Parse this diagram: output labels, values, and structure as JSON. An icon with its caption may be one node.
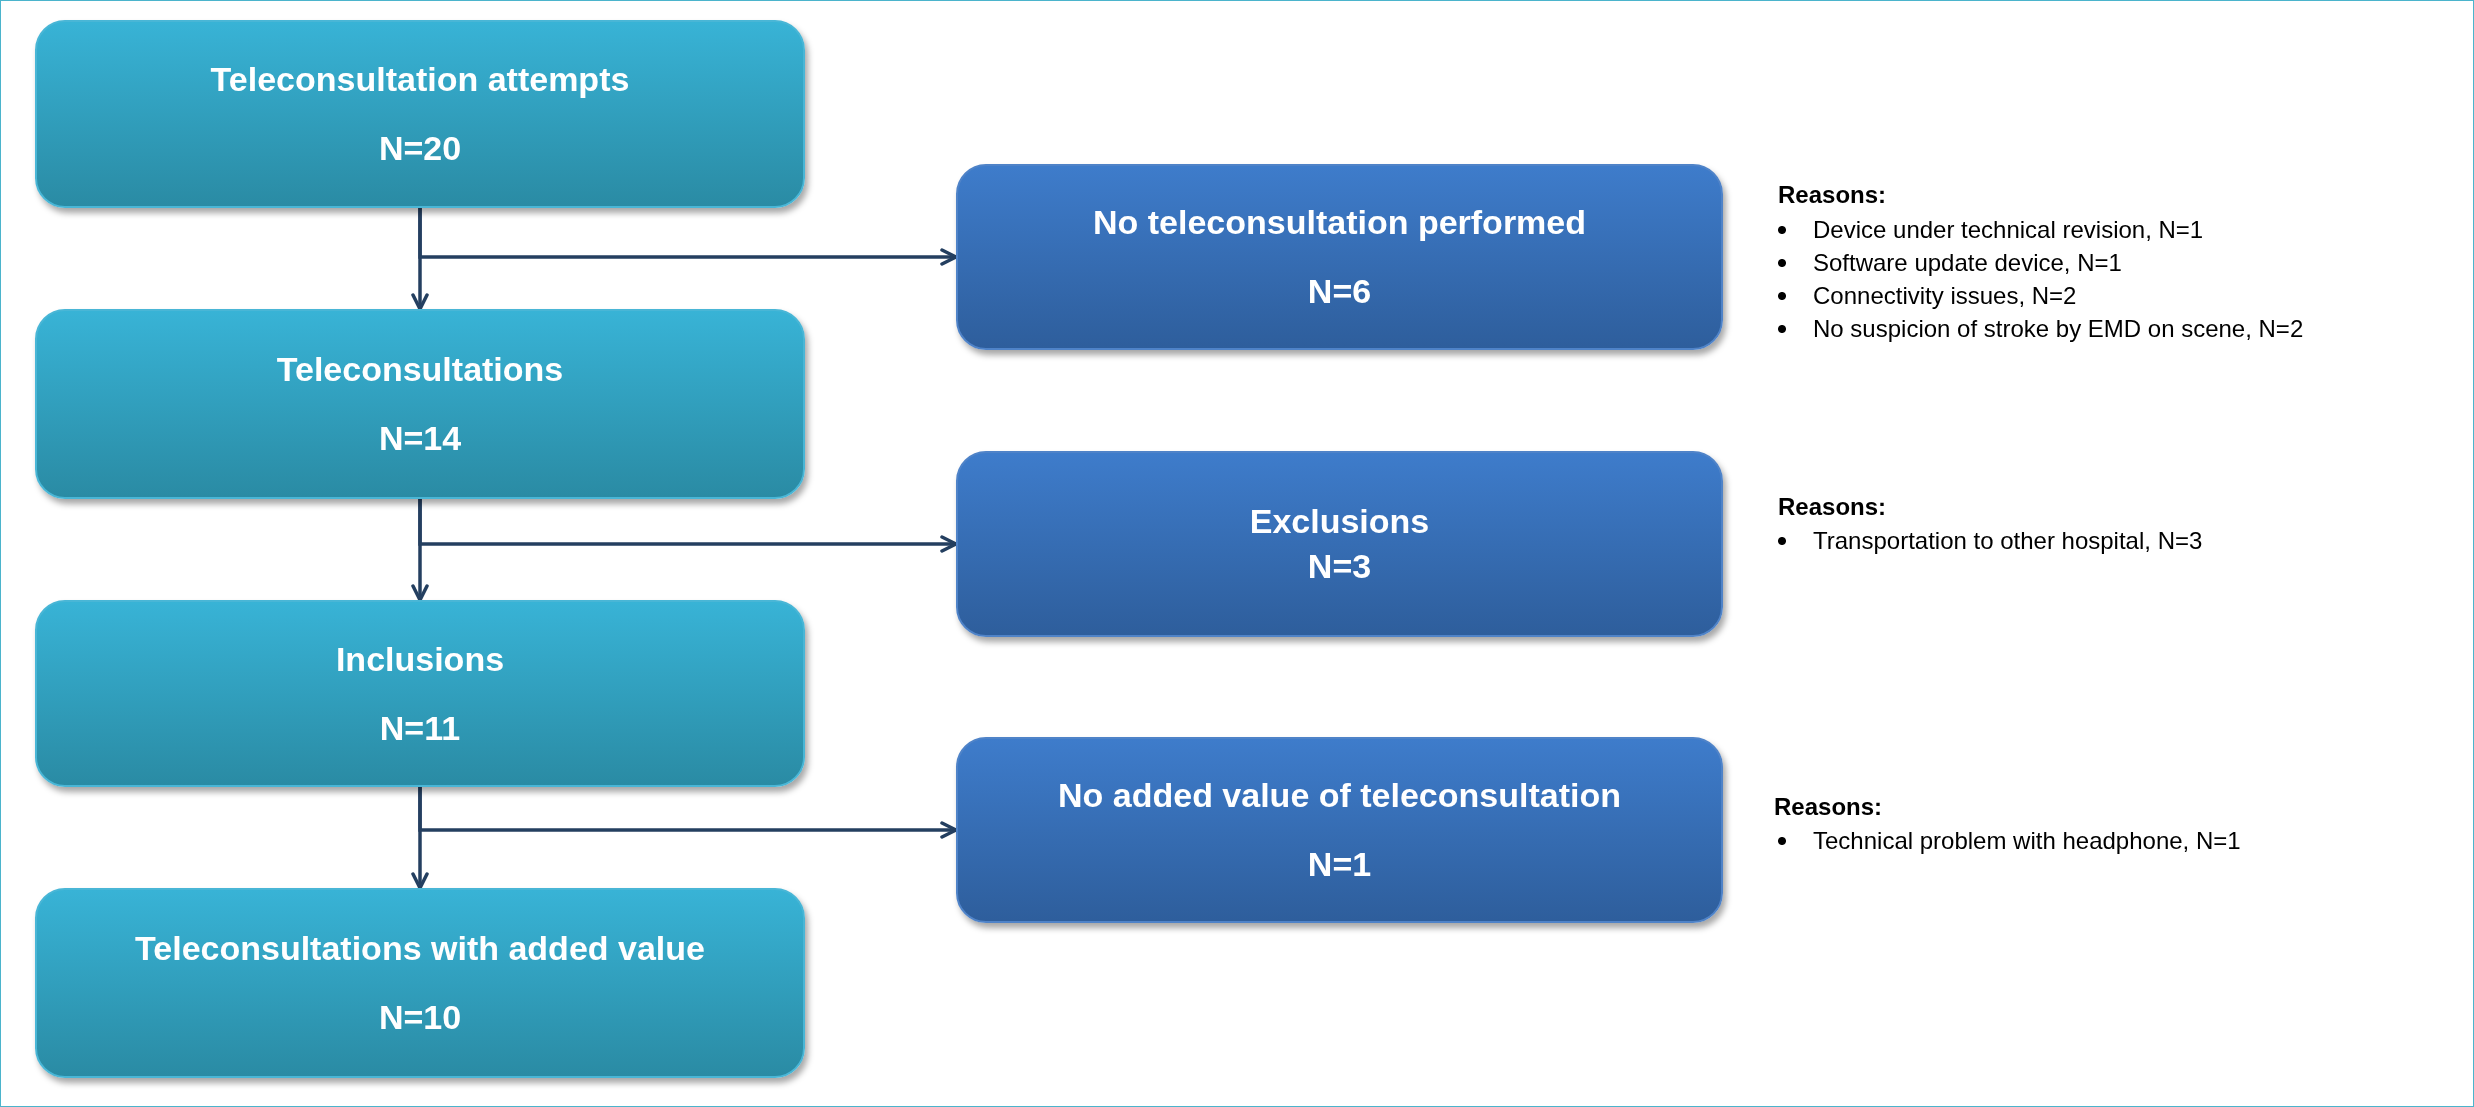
{
  "diagram": {
    "nodes": [
      {
        "text": [
          "Teleconsultation attempts",
          "N=20"
        ]
      },
      {
        "text": [
          "No teleconsultation performed",
          "N=6"
        ]
      },
      {
        "text": [
          "Teleconsultations",
          "N=14"
        ]
      },
      {
        "text": [
          "Exclusions",
          "N=3"
        ]
      },
      {
        "text": [
          "Inclusions",
          "N=11"
        ]
      },
      {
        "text": [
          "No added value of teleconsultation",
          "N=1"
        ]
      },
      {
        "text": [
          "Teleconsultations with added value",
          "N=10"
        ]
      }
    ],
    "edges": [
      {
        "from": 0,
        "to": 2,
        "arrow": "to"
      },
      {
        "from": 0,
        "to": 1,
        "arrow": "to"
      },
      {
        "from": 2,
        "to": 4,
        "arrow": "to"
      },
      {
        "from": 2,
        "to": 3,
        "arrow": "to"
      },
      {
        "from": 4,
        "to": 6,
        "arrow": "to"
      },
      {
        "from": 4,
        "to": 5,
        "arrow": "to"
      }
    ],
    "labels": [
      "Reasons:",
      "Device under technical revision, N=1",
      "Software update device, N=1",
      "Connectivity issues, N=2",
      "No suspicion of stroke by EMD on scene, N=2",
      "Reasons:",
      "Transportation to other hospital, N=3",
      "Reasons:",
      "Technical problem with headphone, N=1"
    ]
  }
}
